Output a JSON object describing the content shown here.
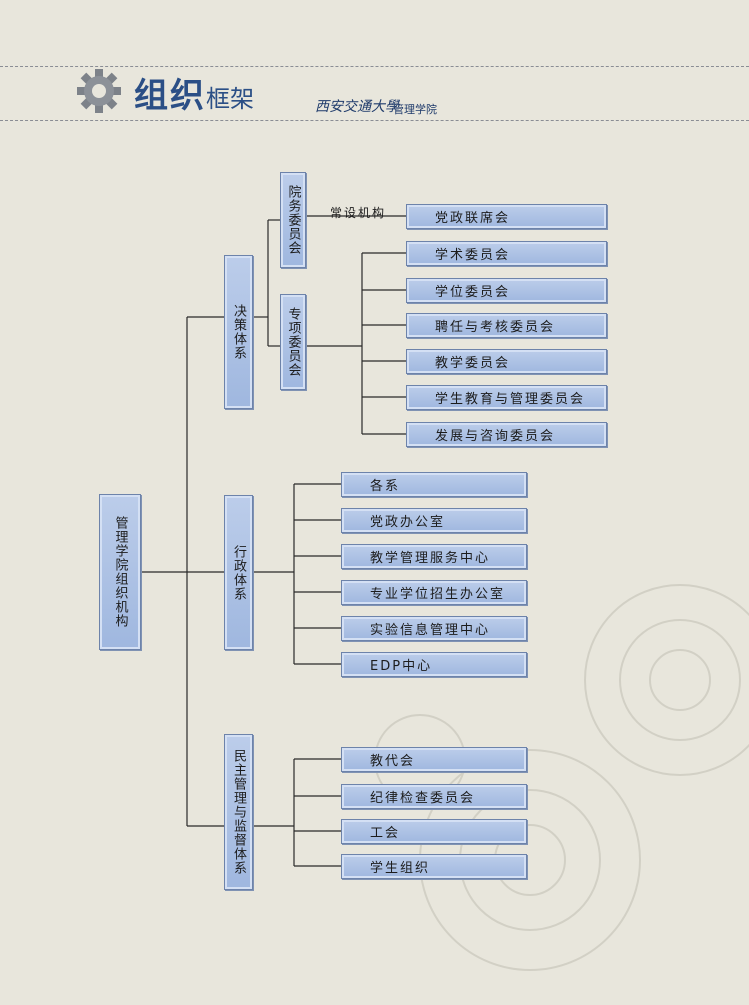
{
  "header": {
    "title_main": "组织",
    "title_sub": "框架",
    "university": "西安交通大學",
    "school": "管理学院"
  },
  "diagram": {
    "root": "管理学院组织机构",
    "decision": "决策体系",
    "admin": "行政体系",
    "democratic": "民主管理与监督体系",
    "affairs_committee": "院务委员会",
    "special_committee": "专项委员会",
    "standing_label": "常设机构",
    "party_meeting": "党政联席会",
    "special_items": [
      "学术委员会",
      "学位委员会",
      "聘任与考核委员会",
      "教学委员会",
      "学生教育与管理委员会",
      "发展与咨询委员会"
    ],
    "admin_items": [
      "各系",
      "党政办公室",
      "教学管理服务中心",
      "专业学位招生办公室",
      "实验信息管理中心",
      "EDP中心"
    ],
    "democratic_items": [
      "教代会",
      "纪律检查委员会",
      "工会",
      "学生组织"
    ]
  }
}
